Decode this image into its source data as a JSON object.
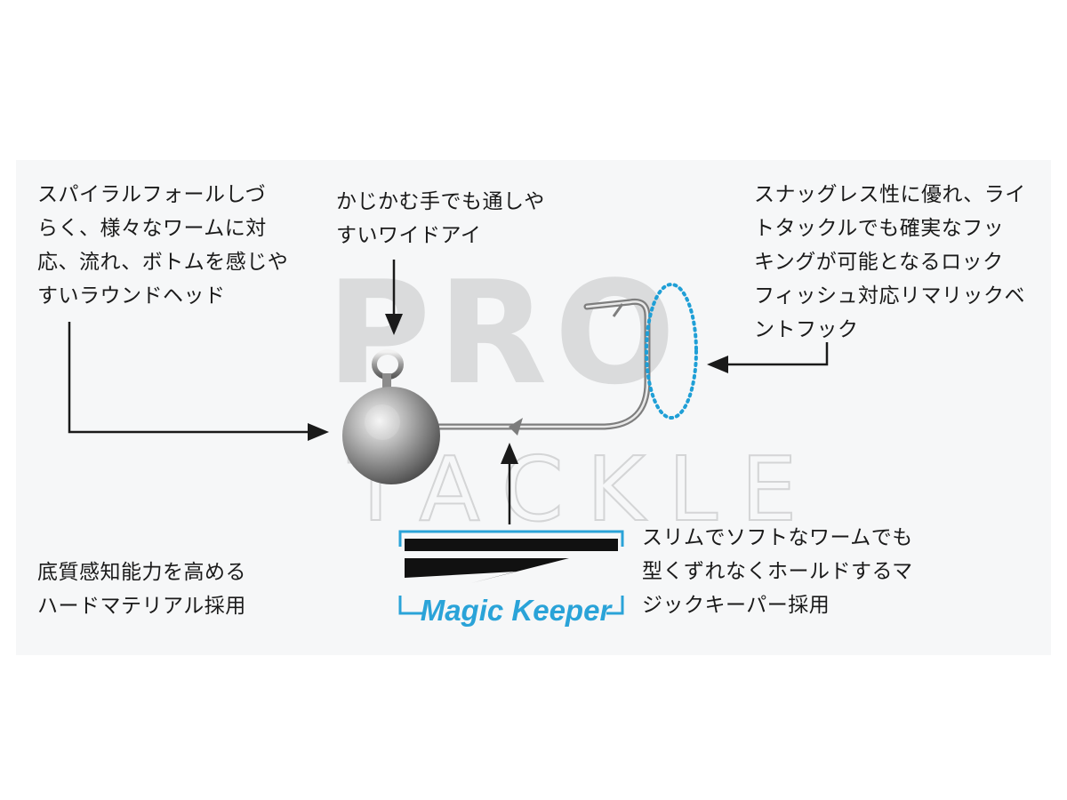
{
  "watermark": {
    "line1": "PRO",
    "line2": "TACKLE"
  },
  "notes": {
    "round_head": "スパイラルフォールしづ\nらく、様々なワームに対\n応、流れ、ボトムを感じや\nすいラウンドヘッド",
    "wide_eye": "かじかむ手でも通しや\nすいワイドアイ",
    "hook": "スナッグレス性に優れ、ライ\nトタックルでも確実なフッ\nキングが可能となるロック\nフィッシュ対応リマリックベ\nントフック",
    "magic_keeper": "スリムでソフトなワームでも\n型くずれなくホールドするマ\nジックキーパー採用",
    "hard_material": "底質感知能力を高める\nハードマテリアル採用"
  },
  "magic_keeper_logo": {
    "label": "Magic Keeper"
  },
  "icons": {
    "arrows": "arrow-icon",
    "jig": "jig-head-icon"
  },
  "colors": {
    "accent": "#2aa3d8",
    "dotted_outline": "#1f9fd6",
    "text": "#1a1a1a",
    "panel": "#f6f7f8",
    "watermark": "#d9dadb"
  }
}
